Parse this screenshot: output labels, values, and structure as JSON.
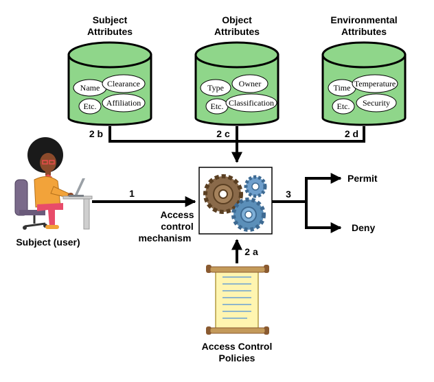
{
  "attribute_groups": [
    {
      "title_line1": "Subject",
      "title_line2": "Attributes",
      "label": "2 b",
      "attributes": [
        "Name",
        "Clearance",
        "Etc.",
        "Affiliation"
      ]
    },
    {
      "title_line1": "Object",
      "title_line2": "Attributes",
      "label": "2 c",
      "attributes": [
        "Type",
        "Owner",
        "Etc.",
        "Classification"
      ]
    },
    {
      "title_line1": "Environmental",
      "title_line2": "Attributes",
      "label": "2 d",
      "attributes": [
        "Time",
        "Temperature",
        "Etc.",
        "Security"
      ]
    }
  ],
  "subject": {
    "label": "Subject (user)"
  },
  "flow_labels": {
    "request": "1",
    "policy": "2 a",
    "decision": "3"
  },
  "mechanism": {
    "line1": "Access",
    "line2": "control",
    "line3": "mechanism"
  },
  "policies": {
    "line1": "Access Control",
    "line2": "Policies"
  },
  "outcomes": {
    "permit": "Permit",
    "deny": "Deny"
  },
  "colors": {
    "cylinder": "#8fd68a",
    "skin": "#8b4a2b",
    "hair": "#1a1a1a",
    "jacket": "#f2a33a",
    "pants": "#e84c6a",
    "scroll": "#fff5b0",
    "gear_brown": "#8a6a4a",
    "gear_blue": "#5b8fb9"
  }
}
